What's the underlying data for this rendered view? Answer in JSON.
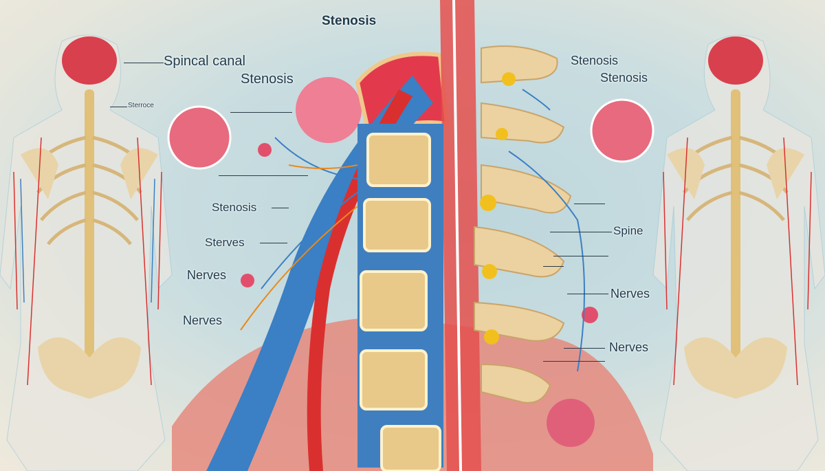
{
  "title": "Stenosis",
  "labels": {
    "spinal_canal": "Spincal canal",
    "stenosis_left": "Stenosis",
    "sterroce": "Sterroce",
    "stenosis_mid": "Stenosis",
    "sterves": "Sterves",
    "nerves_left_1": "Nerves",
    "nerves_left_2": "Nerves",
    "stenosis_right_1": "Stenosis",
    "stenosis_right_2": "Stenosis",
    "spine": "Spine",
    "nerves_right_1": "Nerves",
    "nerves_right_2": "Nerves"
  },
  "colors": {
    "bone": "#e8cf9c",
    "artery": "#d9302f",
    "nerve": "#3b7fc4",
    "tissue": "#e86a7e",
    "disc": "#3f7fc0"
  }
}
